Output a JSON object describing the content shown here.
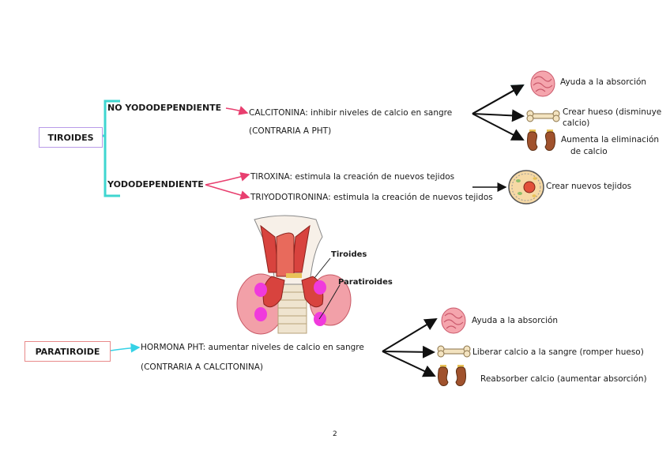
{
  "tiroides": {
    "label": "TIROIDES",
    "no_yodo": "NO YODODEPENDIENTE",
    "yodo": "YODODEPENDIENTE",
    "calcitonina": "CALCITONINA: inhibir niveles de calcio en sangre",
    "calcitonina_note": "(CONTRARIA A PHT)",
    "tiroxina": "TIROXINA: estimula la creación de nuevos tejidos",
    "triyodo": "TRIYODOTIRONINA: estimula la creación de nuevos tejidos",
    "effect1": "Ayuda a la absorción",
    "effect2_a": "Crear hueso (disminuye",
    "effect2_b": "calcio)",
    "effect3_a": "Aumenta la eliminación",
    "effect3_b": "de calcio",
    "effect4": "Crear nuevos tejidos"
  },
  "image_labels": {
    "tiroides": "Tiroides",
    "paratiroides": "Paratiroides"
  },
  "paratiroide": {
    "label": "PARATIROIDE",
    "hormona": "HORMONA PHT: aumentar niveles de calcio en sangre",
    "hormona_note": "(CONTRARIA A CALCITONINA)",
    "effect1": "Ayuda a la absorción",
    "effect2": "Liberar calcio a la sangre (romper hueso)",
    "effect3": "Reabsorber calcio (aumentar absorción)"
  },
  "page_number": "2",
  "colors": {
    "tiroides_border": "#b99be8",
    "paratiroide_border": "#e88a8a",
    "bracket": "#3fd6d0",
    "pink_arrow": "#e83f6f",
    "cyan_arrow": "#35d2e6"
  },
  "icons": [
    "intestine-icon",
    "bone-icon",
    "kidney-icon",
    "cell-icon",
    "thyroid-illustration"
  ]
}
